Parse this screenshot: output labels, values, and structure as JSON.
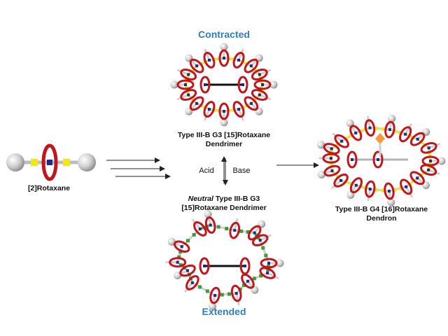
{
  "labels": {
    "contracted": "Contracted",
    "extended": "Extended",
    "rotaxane2": "[2]Rotaxane",
    "g3_line1": "Type III-B G3 [15]Rotaxane",
    "g3_line2": "Dendrimer",
    "neutral_italic": "Neutral",
    "neutral_rest": " Type III-B G3",
    "neutral_line2": "[15]Rotaxane Dendrimer",
    "g4_line1": "Type III-B G4 [16]Rotaxane",
    "g4_line2": "Dendron",
    "acid": "Acid",
    "base": "Base"
  },
  "colors": {
    "title_blue": "#2f7fbe",
    "ring_red": "#c0161c",
    "rod_yellow": "#f2e51c",
    "station_blue": "#1c2a8c",
    "linker_green": "#3d9a3d",
    "stopper_gray": "#bdbdbd",
    "core_orange": "#f39a3e"
  }
}
